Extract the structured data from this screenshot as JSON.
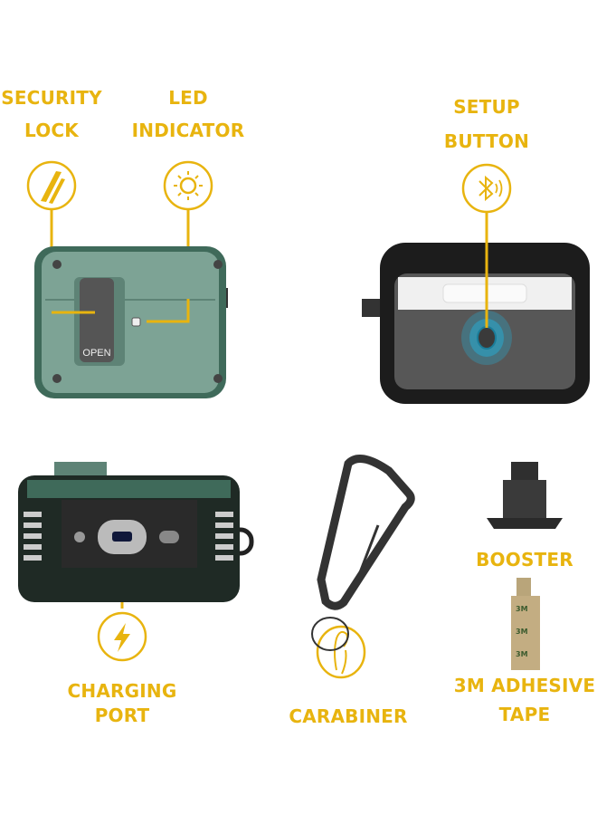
{
  "features": {
    "security_lock": {
      "line1": "SECURITY",
      "line2": "LOCK"
    },
    "led_indicator": {
      "line1": "LED",
      "line2": "INDICATOR"
    },
    "setup_button": {
      "line1": "SETUP",
      "line2": "BUTTON"
    },
    "charging_port": {
      "line1": "CHARGING",
      "line2": "PORT"
    },
    "carabiner": {
      "line1": "CARABINER"
    },
    "booster": {
      "line1": "BOOSTER"
    },
    "adhesive_tape": {
      "line1": "3M ADHESIVE",
      "line2": "TAPE"
    }
  },
  "product_text": {
    "open_label": "OPEN",
    "tape_print": "3M"
  },
  "colors": {
    "accent": "#E8B40F",
    "case_green": "#6F9486",
    "case_black": "#2A2A2A",
    "highlight_blue": "#2BA5C8"
  }
}
